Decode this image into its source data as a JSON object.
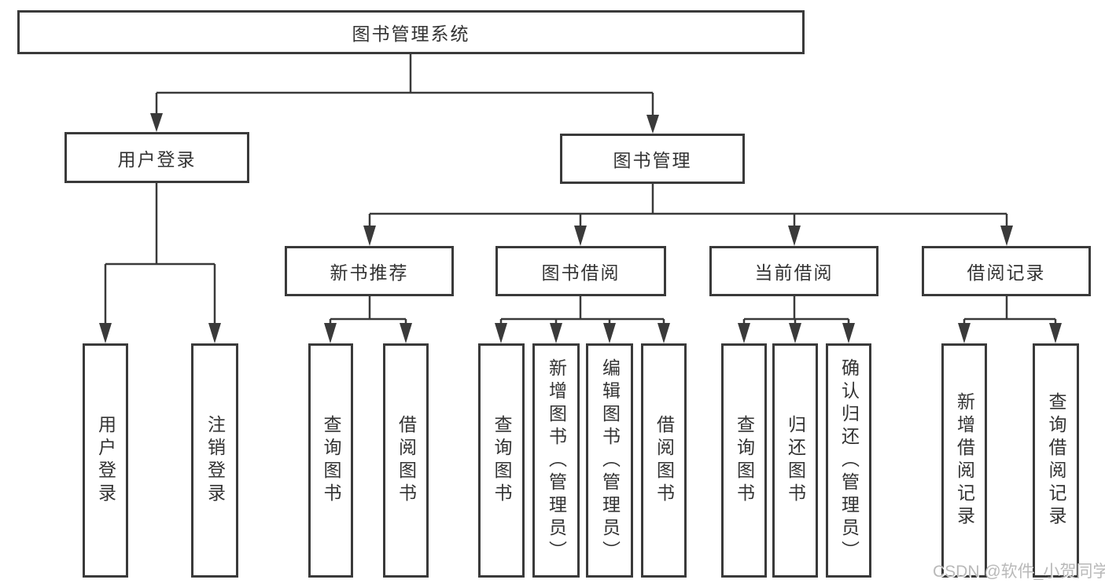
{
  "title": "图书管理系统",
  "watermark": "CSDN @软件_小贺同学",
  "colors": {
    "line": "#3a3a3a",
    "box_border": "#3a3a3a",
    "box_fill": "#ffffff",
    "text": "#333333",
    "background": "#ffffff",
    "watermark": "#b9b9b9"
  },
  "diagram_type": "tree",
  "tree": {
    "root": {
      "label": "图书管理系统"
    },
    "branches": [
      {
        "label": "用户登录",
        "children": [
          {
            "label": "用户登录"
          },
          {
            "label": "注销登录"
          }
        ]
      },
      {
        "label": "图书管理",
        "children": [
          {
            "label": "新书推荐",
            "children": [
              {
                "label": "查询图书"
              },
              {
                "label": "借阅图书"
              }
            ]
          },
          {
            "label": "图书借阅",
            "children": [
              {
                "label": "查询图书"
              },
              {
                "label": "新增图书（管理员）"
              },
              {
                "label": "编辑图书（管理员）"
              },
              {
                "label": "借阅图书"
              }
            ]
          },
          {
            "label": "当前借阅",
            "children": [
              {
                "label": "查询图书"
              },
              {
                "label": "归还图书"
              },
              {
                "label": "确认归还（管理员）"
              }
            ]
          },
          {
            "label": "借阅记录",
            "children": [
              {
                "label": "新增借阅记录"
              },
              {
                "label": "查询借阅记录"
              }
            ]
          }
        ]
      }
    ]
  }
}
